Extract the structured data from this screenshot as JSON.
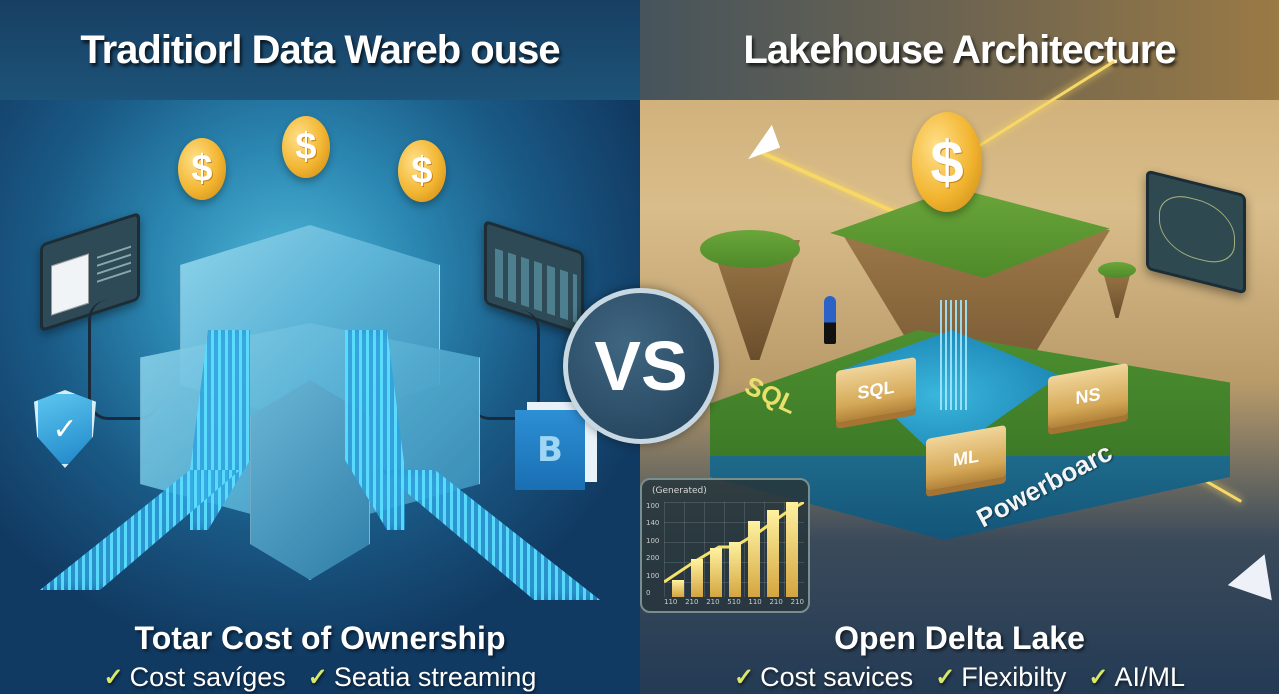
{
  "left_panel": {
    "title": "Traditiorl Data Wareb ouse",
    "footer_title": "Totar Cost of Ownership",
    "bullets": [
      {
        "icon": "check-icon",
        "label": "Cost savíges"
      },
      {
        "icon": "check-icon",
        "label": "Seatia streaming"
      }
    ],
    "coins": [
      "$",
      "$",
      "$"
    ],
    "box_letter": "B",
    "shield_glyph": "✓",
    "colors": {
      "background": "#1a5a86",
      "stream": "#5adcff",
      "coin": "#f2b530"
    }
  },
  "vs_badge": {
    "label": "VS"
  },
  "right_panel": {
    "title": "Lakehouse Architecture",
    "footer_title": "Open Delta Lake",
    "bullets": [
      {
        "icon": "check-icon",
        "label": "Cost savices"
      },
      {
        "icon": "check-icon",
        "label": "Flexibilty"
      },
      {
        "icon": "check-icon",
        "label": "AI/ML"
      }
    ],
    "coin": "$",
    "ground_labels": {
      "sql": "SQL",
      "powerboard": "Powerboarc"
    },
    "tiles": [
      "SQL",
      "NS",
      "ML"
    ],
    "chart_card": {
      "title": "(Generated)",
      "y_ticks": [
        "100",
        "140",
        "100",
        "200",
        "100",
        "0"
      ],
      "x_ticks": [
        "110",
        "210",
        "210",
        "510",
        "110",
        "210",
        "210"
      ],
      "bar_heights_pct": [
        18,
        40,
        52,
        58,
        80,
        92,
        100
      ]
    },
    "colors": {
      "background": "#c9a76e",
      "glow": "#f7d765",
      "grass": "#4f8a2a",
      "water": "#1f8ab8"
    }
  }
}
